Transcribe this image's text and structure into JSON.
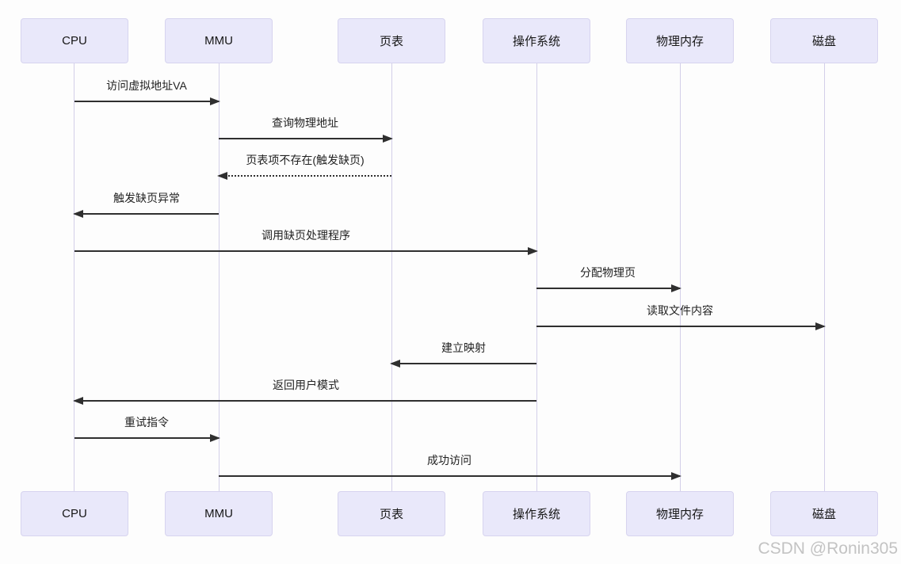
{
  "diagram": {
    "type": "sequence",
    "actors": [
      {
        "label": "CPU"
      },
      {
        "label": "MMU"
      },
      {
        "label": "页表"
      },
      {
        "label": "操作系统"
      },
      {
        "label": "物理内存"
      },
      {
        "label": "磁盘"
      }
    ],
    "messages": [
      {
        "text": "访问虚拟地址VA",
        "from": "CPU",
        "to": "MMU",
        "line": "solid"
      },
      {
        "text": "查询物理地址",
        "from": "MMU",
        "to": "页表",
        "line": "solid"
      },
      {
        "text": "页表项不存在(触发缺页)",
        "from": "页表",
        "to": "MMU",
        "line": "dashed"
      },
      {
        "text": "触发缺页异常",
        "from": "MMU",
        "to": "CPU",
        "line": "solid"
      },
      {
        "text": "调用缺页处理程序",
        "from": "CPU",
        "to": "操作系统",
        "line": "solid"
      },
      {
        "text": "分配物理页",
        "from": "操作系统",
        "to": "物理内存",
        "line": "solid"
      },
      {
        "text": "读取文件内容",
        "from": "操作系统",
        "to": "磁盘",
        "line": "solid"
      },
      {
        "text": "建立映射",
        "from": "操作系统",
        "to": "页表",
        "line": "solid"
      },
      {
        "text": "返回用户模式",
        "from": "操作系统",
        "to": "CPU",
        "line": "solid"
      },
      {
        "text": "重试指令",
        "from": "CPU",
        "to": "MMU",
        "line": "solid"
      },
      {
        "text": "成功访问",
        "from": "MMU",
        "to": "物理内存",
        "line": "solid"
      }
    ]
  },
  "watermark": {
    "text": "CSDN @Ronin305"
  },
  "colors": {
    "background": "#fdfdfd",
    "actor_fill": "#e9e8fa",
    "actor_border": "#d7d4ef",
    "lifeline": "#d3cfe9",
    "arrow": "#2f2f2f",
    "watermark": "#c3c3c3"
  }
}
